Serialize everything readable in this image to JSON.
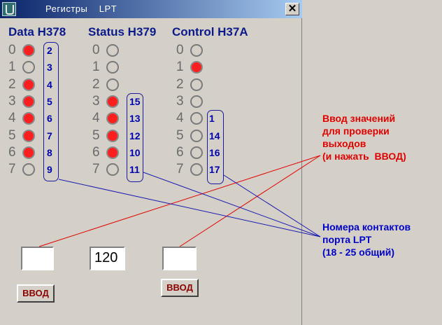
{
  "window": {
    "title": "Регистры    LPT",
    "close_label": "✕",
    "icon": "app-icon"
  },
  "registers": [
    {
      "header": "Data  H378",
      "leds": [
        1,
        0,
        1,
        1,
        1,
        1,
        1,
        0
      ],
      "pins": [
        "2",
        "3",
        "4",
        "5",
        "6",
        "7",
        "8",
        "9"
      ],
      "value": ""
    },
    {
      "header": "Status H379",
      "leds": [
        0,
        0,
        0,
        1,
        1,
        1,
        1,
        0
      ],
      "pins": [
        "15",
        "13",
        "12",
        "10",
        "11"
      ],
      "value": "120"
    },
    {
      "header": "Control H37A",
      "leds": [
        0,
        1,
        0,
        0,
        0,
        0,
        0,
        0
      ],
      "pins": [
        "1",
        "14",
        "16",
        "17"
      ],
      "value": ""
    }
  ],
  "bit_labels": [
    "0",
    "1",
    "2",
    "3",
    "4",
    "5",
    "6",
    "7"
  ],
  "buttons": {
    "vvod_label": "ВВОД"
  },
  "annotations": {
    "input_note": "Ввод значений\nдля проверки\nвыходов\n(и нажать  ВВОД)",
    "pins_note": "Номера контактов\nпорта LPT\n(18 - 25 общий)"
  },
  "colors": {
    "led_on": "#ff1f1f",
    "pin_text": "#0000b0",
    "note_red": "#e00000",
    "note_blue": "#0000c8"
  }
}
